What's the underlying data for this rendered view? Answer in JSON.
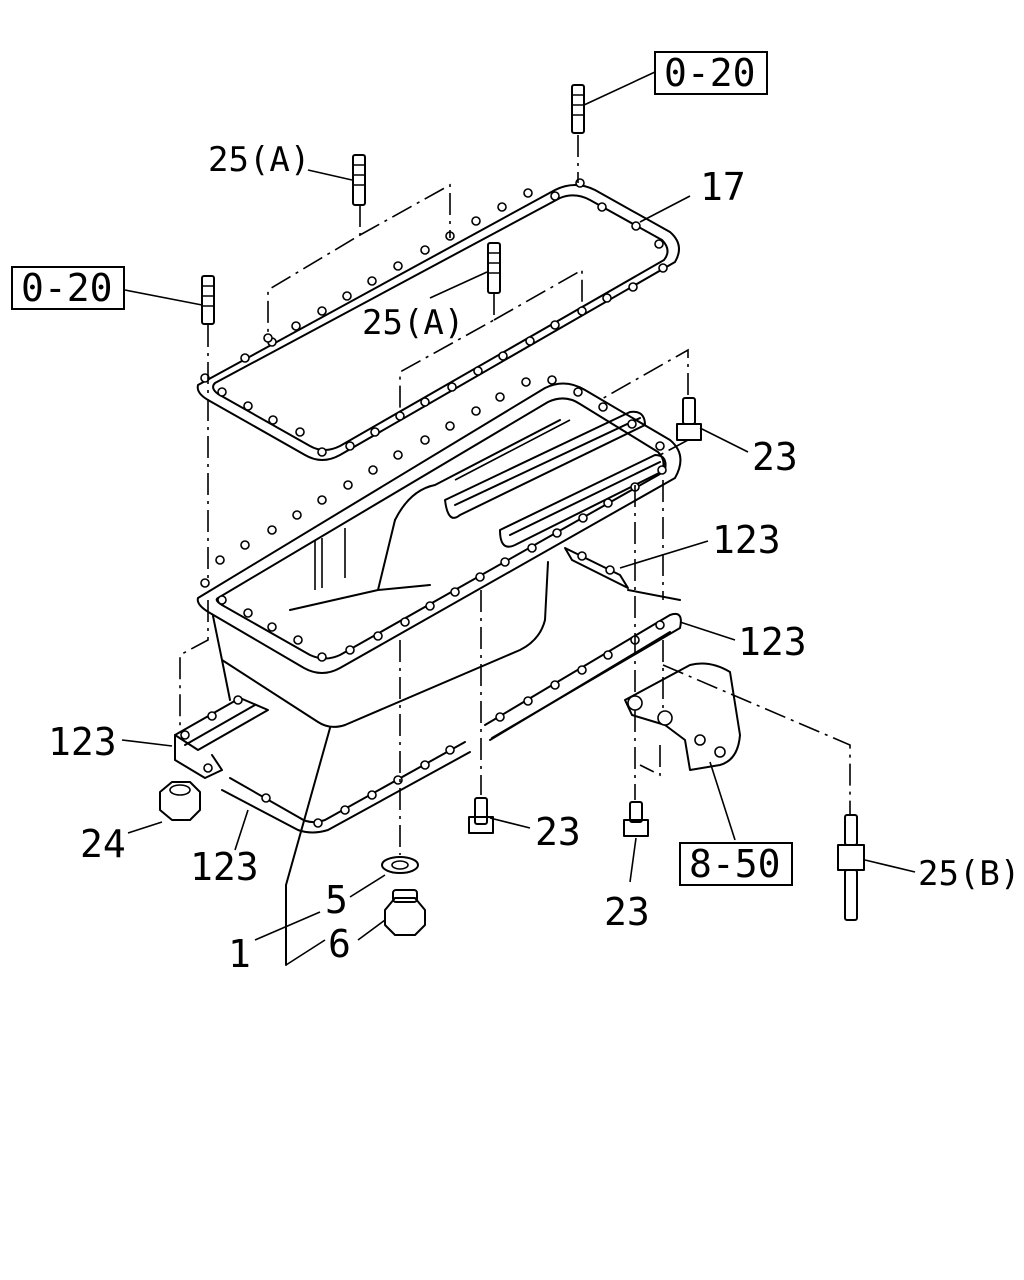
{
  "labels": {
    "ref_top_right": "0-20",
    "ref_left": "0-20",
    "stud_a_upper": "25(A)",
    "stud_a_mid": "25(A)",
    "gasket_upper": "17",
    "bolt_right": "23",
    "seal_right_upper": "123",
    "seal_right_lower": "123",
    "seal_left": "123",
    "seal_bottom": "123",
    "nut": "24",
    "bolt_center": "23",
    "bolt_bracket": "23",
    "ref_bracket": "8-50",
    "stud_b": "25(B)",
    "washer": "5",
    "drain_plug": "6",
    "oil_pan": "1"
  }
}
